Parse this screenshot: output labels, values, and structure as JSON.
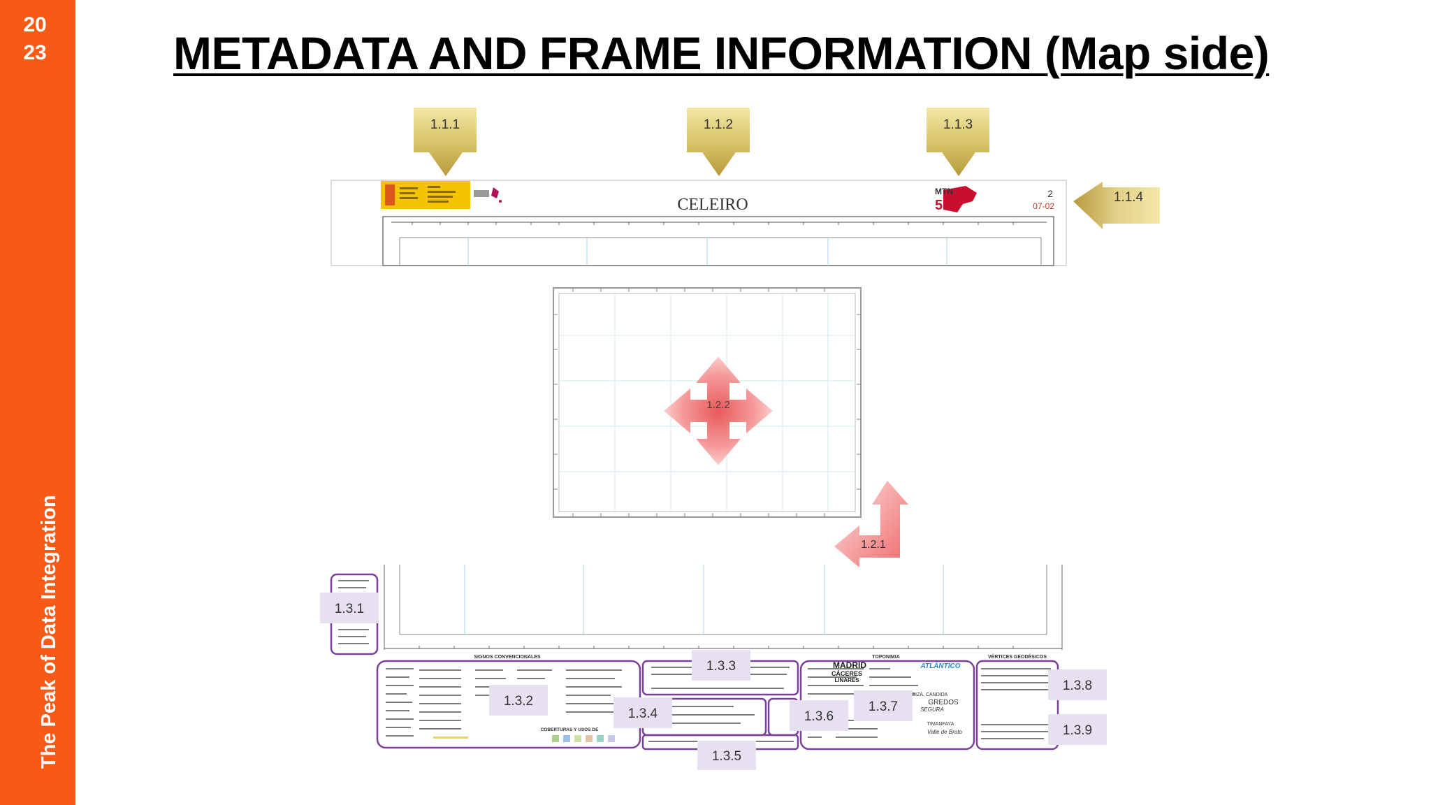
{
  "sidebar": {
    "year_top": "20",
    "year_bottom": "23",
    "tagline": "The Peak of Data Integration"
  },
  "slide": {
    "title": "METADATA AND FRAME INFORMATION (Map side)"
  },
  "map_header": {
    "sheet_name": "CELEIRO",
    "sheet_number": "2",
    "sheet_code": "07-02",
    "series_logo": "MTN",
    "series_scale": "50"
  },
  "callouts": {
    "c111": "1.1.1",
    "c112": "1.1.2",
    "c113": "1.1.3",
    "c114": "1.1.4",
    "c121": "1.2.1",
    "c122": "1.2.2",
    "c131": "1.3.1",
    "c132": "1.3.2",
    "c133": "1.3.3",
    "c134": "1.3.4",
    "c135": "1.3.5",
    "c136": "1.3.6",
    "c137": "1.3.7",
    "c138": "1.3.8",
    "c139": "1.3.9"
  },
  "legend": {
    "signos": "SIGNOS CONVENCIONALES",
    "toponimia": "TOPONIMIA",
    "vertices": "VÉRTICES GEODÉSICOS",
    "coberturas": "COBERTURAS Y USOS DE",
    "madrid": "MADRID",
    "caceres": "CÁCERES",
    "linares": "LINARES",
    "atlantico": "ATLÁNTICO",
    "gredos": "GREDOS",
    "segura": "SEGURA",
    "ibiza": "IBIZA, CANDIDA",
    "timanfaya": "TIMANFAYA",
    "valle": "Valle de Broto"
  },
  "colors": {
    "sidebar": "#f75a17",
    "callout_gold": "#d8c46a",
    "callout_lilac": "#e6e0f0",
    "frame_purple": "#7a3f9a",
    "arrow_pink": "#f07a7a"
  }
}
